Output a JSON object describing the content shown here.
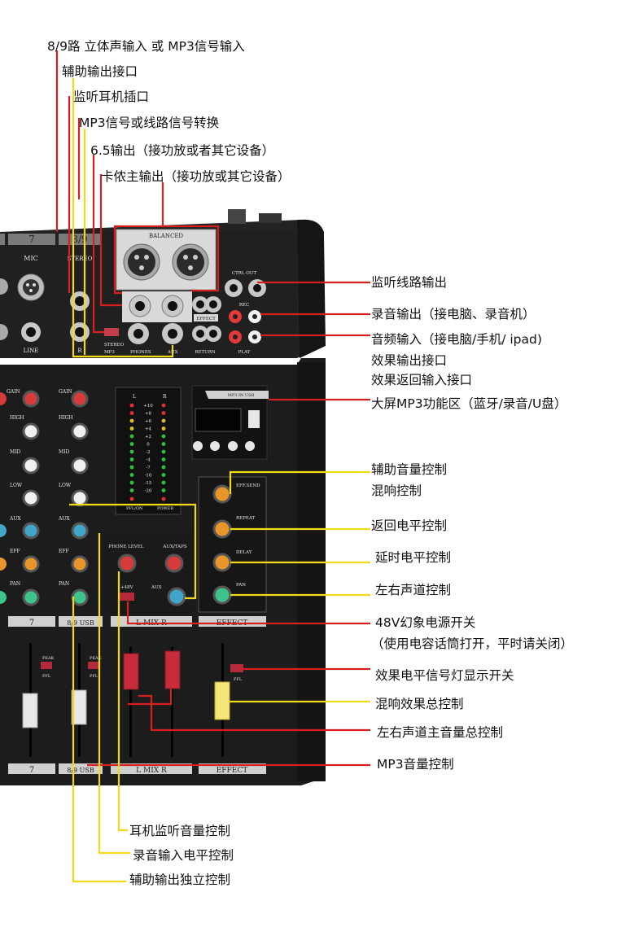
{
  "annotations": {
    "stereo_input": "8/9路 立体声输入 或 MP3信号输入",
    "aux_output_jack": "辅助输出接口",
    "headphone_jack": "监听耳机插口",
    "mp3_line_switch": "MP3信号或线路信号转换",
    "jack_65_output": "6.5输出（接功放或者其它设备）",
    "xlr_main_output": "卡侬主输出（接功放或其它设备）",
    "monitor_line_output": "监听线路输出",
    "record_output": "录音输出（接电脑、录音机）",
    "audio_input": "音频输入（接电脑/手机/ ipad)",
    "effect_send_jack": "效果输出接口",
    "effect_return_jack": "效果返回输入接口",
    "mp3_panel": "大屏MP3功能区（蓝牙/录音/U盘）",
    "aux_volume": "辅助音量控制",
    "reverb_control": "混响控制",
    "return_level": "返回电平控制",
    "delay_level": "延时电平控制",
    "pan_control": "左右声道控制",
    "phantom_switch": "48V幻象电源开关",
    "phantom_note": "（使用电容话筒打开，平时请关闭）",
    "effect_pfl_switch": "效果电平信号灯显示开关",
    "reverb_master": "混响效果总控制",
    "main_lr_master": "左右声道主音量总控制",
    "mp3_volume": "MP3音量控制",
    "headphone_volume": "耳机监听音量控制",
    "rec_input_level": "录音输入电平控制",
    "aux_independent": "辅助输出独立控制"
  },
  "panel": {
    "ch7": "7",
    "ch89": "8/9",
    "mic": "MIC",
    "stereo": "STEREO",
    "line": "LINE",
    "r": "R",
    "balanced": "BALANCED",
    "ctrl_out": "CTRL OUT",
    "rec": "REC",
    "play": "PLAY",
    "send": "SEND",
    "effect": "EFFECT",
    "return": "RETURN",
    "phones": "PHONES",
    "aux": "AUX",
    "stereo_sw": "STEREO",
    "mp3_sw": "MP3",
    "mp3_in_usb": "MP3 IN USB",
    "gain": "GAIN",
    "high": "HIGH",
    "mid": "MID",
    "low": "LOW",
    "aux_k": "AUX",
    "eff": "EFF",
    "pan": "PAN",
    "phone_level": "PHONE LEVEL",
    "aux_taps": "AUX/TAPS",
    "p48v": "+48V",
    "mix_lr": "L  MIX  R",
    "effect_title": "EFFECT",
    "eff_send": "EFF.SEND",
    "repeat": "REPEAT",
    "delay": "DELAY",
    "pan_fx": "PAN",
    "pfl_on": "PFL/ON",
    "power": "POWER",
    "meter_l": "L",
    "meter_r": "R",
    "peak": "PEAK",
    "pfl": "PFL",
    "strip7": "7",
    "strip89": "8/9 USB",
    "meter_scale": [
      "+10",
      "+8",
      "+6",
      "+4",
      "+2",
      "0",
      "-2",
      "-4",
      "-7",
      "-10",
      "-15",
      "-20"
    ]
  },
  "colors": {
    "yellow_line": "#f2d91a",
    "red_line": "#d62020",
    "gain_knob": "#d63a3a",
    "eq_knob": "#f0f0f0",
    "aux_knob": "#3fa6c9",
    "eff_knob": "#e8962a",
    "pan_knob": "#3cc48c",
    "panel": "#1e1e1e"
  }
}
